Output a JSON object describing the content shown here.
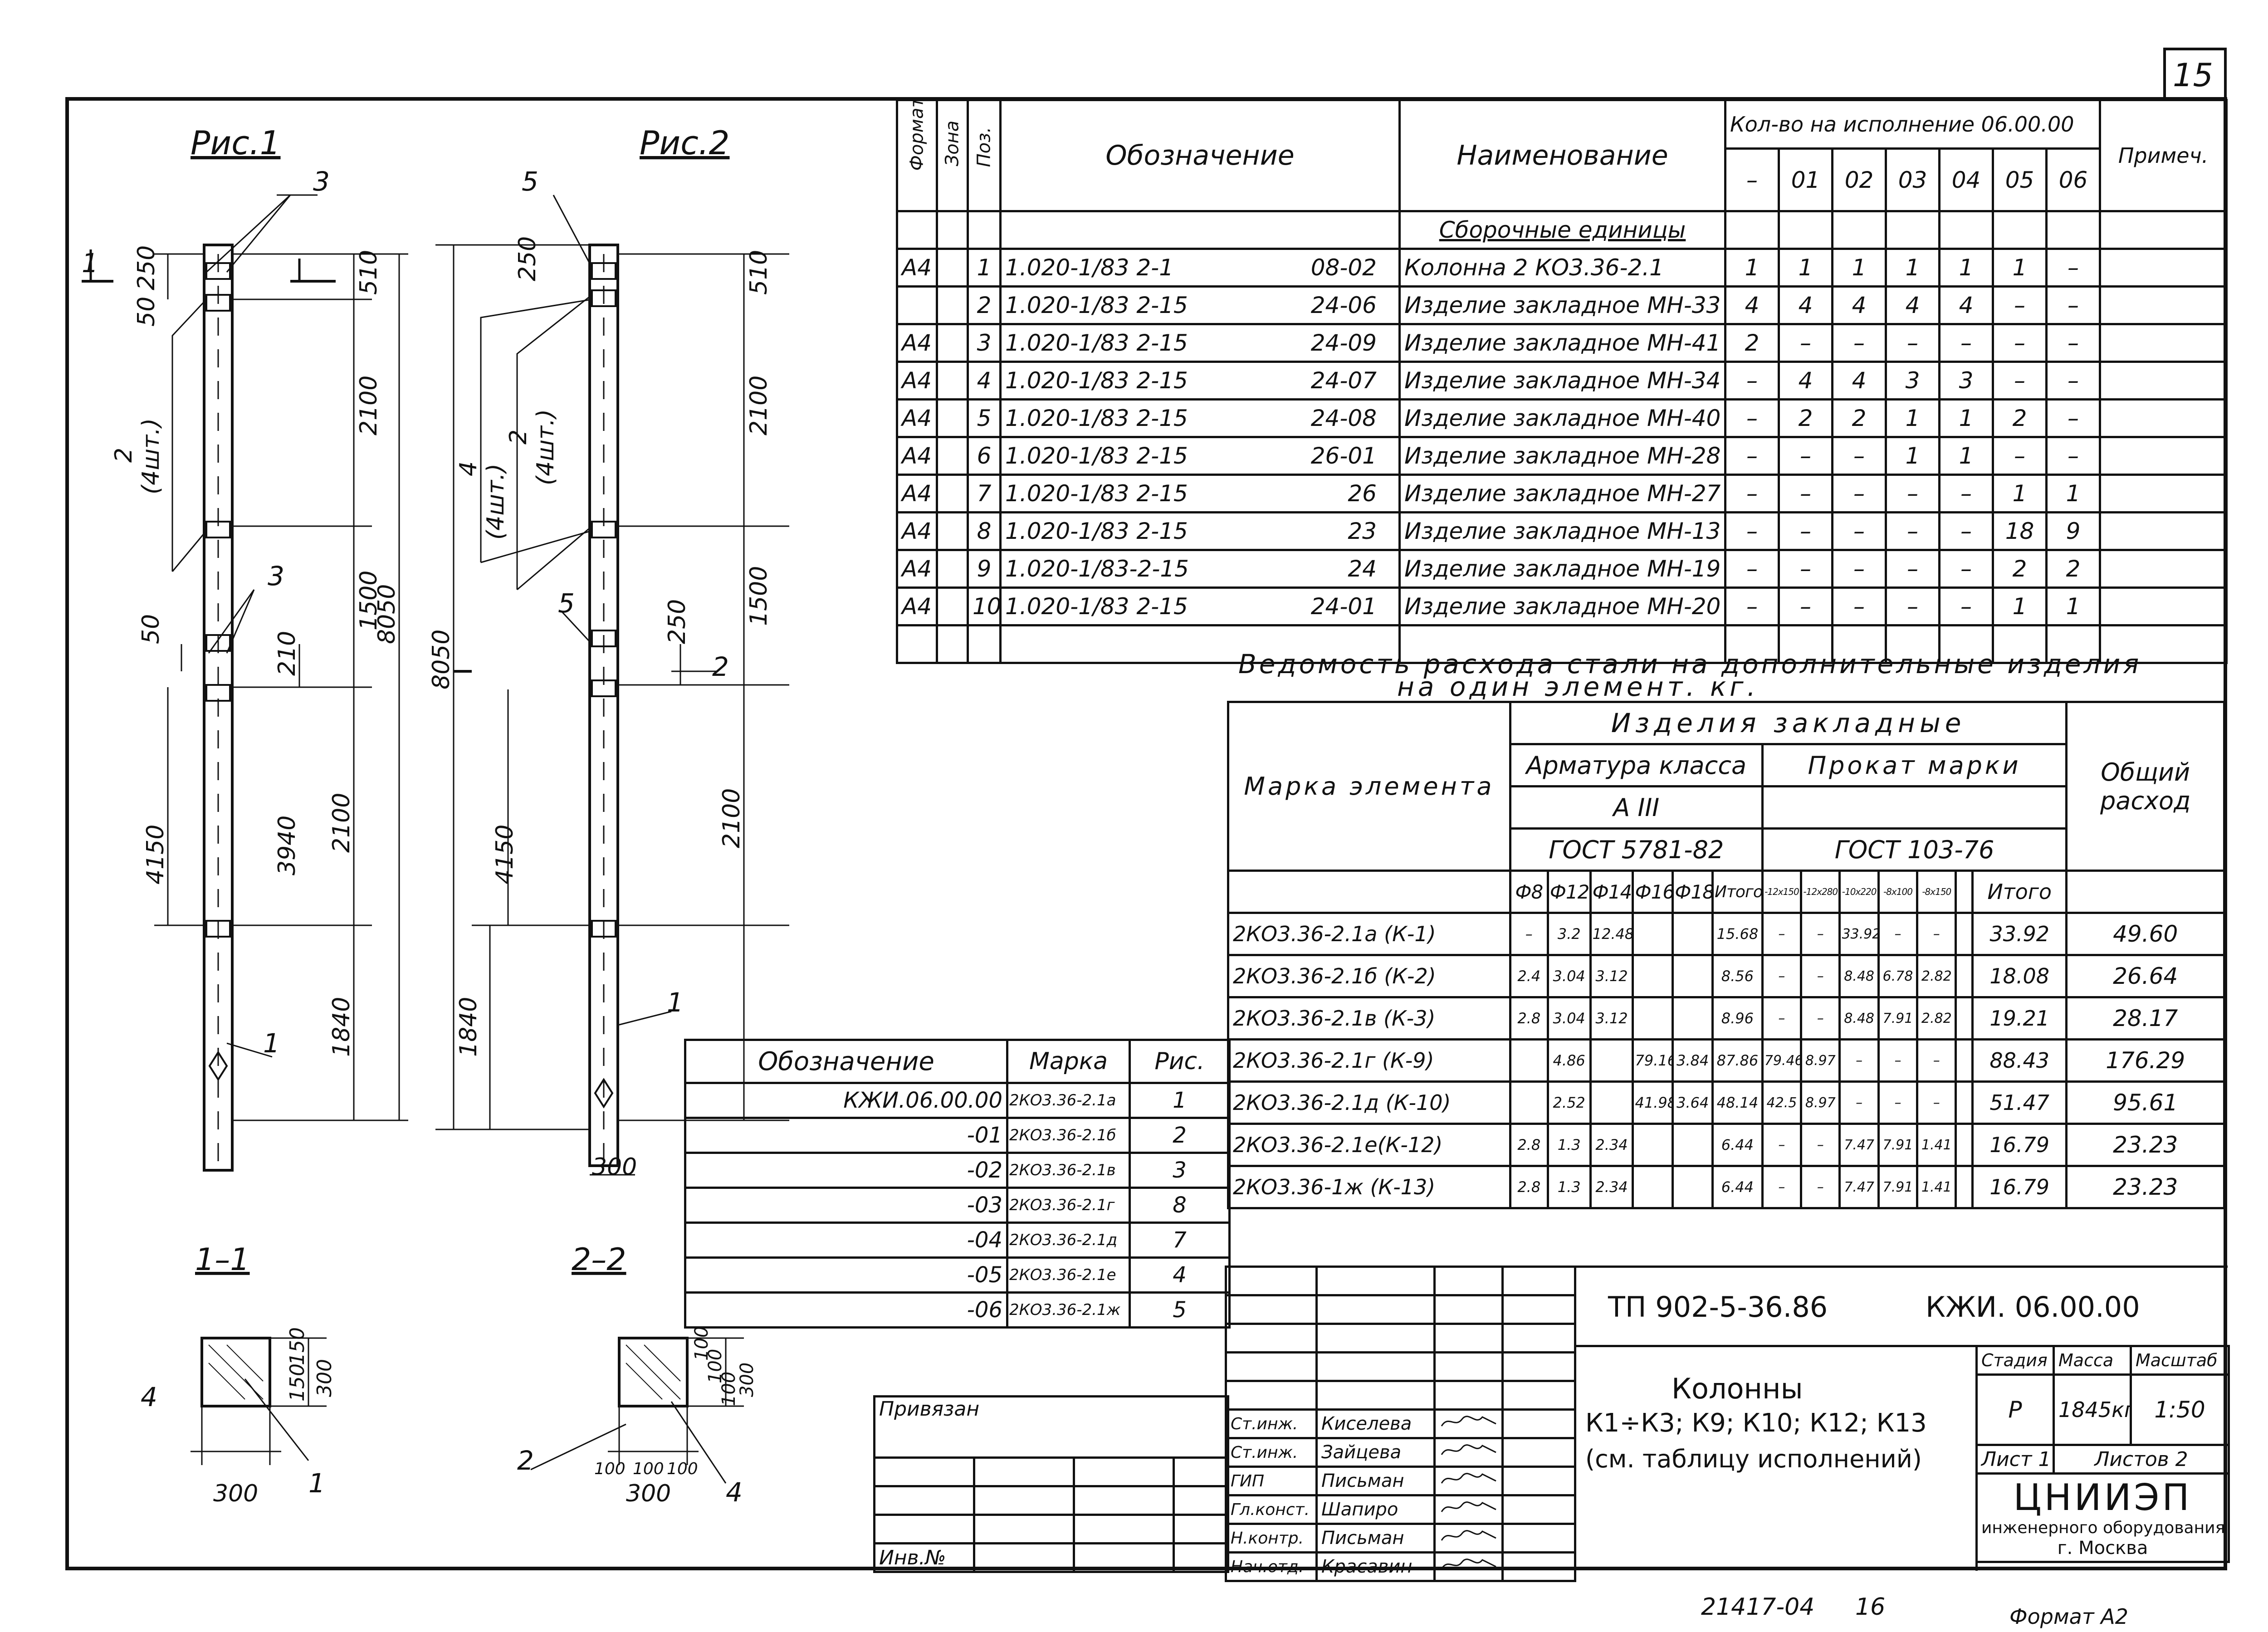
{
  "sheet": {
    "page_number": "15",
    "footer_code": "21417-04",
    "footer_page": "16",
    "format": "Формат А2"
  },
  "figures": {
    "fig1_title": "Рис.1",
    "fig2_title": "Рис.2",
    "section1_label": "1–1",
    "section2_label": "2–2",
    "fig1": {
      "dims_left": [
        "250",
        "50",
        "4150"
      ],
      "dims_right": [
        "510",
        "2100",
        "1500",
        "2100",
        "1840"
      ],
      "total": "8050",
      "d3940": "3940",
      "d210": "210",
      "d50": "50",
      "leader_2": "2",
      "leader_2_note": "(4шт.)",
      "callouts": [
        "3",
        "3",
        "1",
        "1"
      ]
    },
    "fig2": {
      "dims_left": [
        "250",
        "4150"
      ],
      "dims_right": [
        "510",
        "2100",
        "1500",
        "2100",
        "1840"
      ],
      "total": "8050",
      "d250": "250",
      "leader_4": "4",
      "leader_4_note": "(4шт.)",
      "leader_2": "2",
      "leader_2_note": "(4шт.)",
      "callouts": [
        "5",
        "5",
        "1",
        "2"
      ],
      "bottom_width": "300"
    },
    "section1": {
      "width": "300",
      "h1": "150",
      "h2": "150",
      "h_total": "300",
      "callouts": [
        "4",
        "1"
      ]
    },
    "section2": {
      "width": "300",
      "w_parts": [
        "100",
        "100",
        "100"
      ],
      "h_parts": [
        "100",
        "100",
        "100"
      ],
      "h_total": "300",
      "callouts": [
        "2",
        "4"
      ]
    }
  },
  "spec_table": {
    "headers": {
      "format": "Формат",
      "zone": "Зона",
      "pos": "Поз.",
      "designation": "Обозначение",
      "name": "Наименование",
      "qty": "Кол-во на исполнение 06.00.00",
      "note": "Примеч."
    },
    "qty_columns": [
      "–",
      "01",
      "02",
      "03",
      "04",
      "05",
      "06"
    ],
    "section_title": "Сборочные единицы",
    "rows": [
      {
        "format": "А4",
        "pos": "1",
        "code": "1.020-1/83 2-1",
        "sheet": "08-02",
        "name": "Колонна 2 КО3.36-2.1",
        "qty": [
          "1",
          "1",
          "1",
          "1",
          "1",
          "1",
          "–"
        ]
      },
      {
        "format": "",
        "pos": "2",
        "code": "1.020-1/83 2-15",
        "sheet": "24-06",
        "name": "Изделие закладное МН-33",
        "qty": [
          "4",
          "4",
          "4",
          "4",
          "4",
          "–",
          "–"
        ]
      },
      {
        "format": "А4",
        "pos": "3",
        "code": "1.020-1/83 2-15",
        "sheet": "24-09",
        "name": "Изделие закладное МН-41",
        "qty": [
          "2",
          "–",
          "–",
          "–",
          "–",
          "–",
          "–"
        ]
      },
      {
        "format": "А4",
        "pos": "4",
        "code": "1.020-1/83 2-15",
        "sheet": "24-07",
        "name": "Изделие закладное МН-34",
        "qty": [
          "–",
          "4",
          "4",
          "3",
          "3",
          "–",
          "–"
        ]
      },
      {
        "format": "А4",
        "pos": "5",
        "code": "1.020-1/83 2-15",
        "sheet": "24-08",
        "name": "Изделие закладное МН-40",
        "qty": [
          "–",
          "2",
          "2",
          "1",
          "1",
          "2",
          "–"
        ]
      },
      {
        "format": "А4",
        "pos": "6",
        "code": "1.020-1/83 2-15",
        "sheet": "26-01",
        "name": "Изделие закладное МН-28",
        "qty": [
          "–",
          "–",
          "–",
          "1",
          "1",
          "–",
          "–"
        ]
      },
      {
        "format": "А4",
        "pos": "7",
        "code": "1.020-1/83 2-15",
        "sheet": "26",
        "name": "Изделие закладное МН-27",
        "qty": [
          "–",
          "–",
          "–",
          "–",
          "–",
          "1",
          "1"
        ]
      },
      {
        "format": "А4",
        "pos": "8",
        "code": "1.020-1/83 2-15",
        "sheet": "23",
        "name": "Изделие закладное МН-13",
        "qty": [
          "–",
          "–",
          "–",
          "–",
          "–",
          "18",
          "9"
        ]
      },
      {
        "format": "А4",
        "pos": "9",
        "code": "1.020-1/83-2-15",
        "sheet": "24",
        "name": "Изделие закладное МН-19",
        "qty": [
          "–",
          "–",
          "–",
          "–",
          "–",
          "2",
          "2"
        ]
      },
      {
        "format": "А4",
        "pos": "10",
        "code": "1.020-1/83 2-15",
        "sheet": "24-01",
        "name": "Изделие закладное МН-20",
        "qty": [
          "–",
          "–",
          "–",
          "–",
          "–",
          "1",
          "1"
        ]
      }
    ]
  },
  "steel_table": {
    "title_line1": "Ведомость расхода стали на дополнительные изделия",
    "title_line2": "на один элемент. кг.",
    "h_mark": "Марка элемента",
    "h_items": "Изделия закладные",
    "h_rebar": "Арматура класса",
    "h_rebar_class": "А III",
    "h_rebar_gost": "ГОСТ 5781-82",
    "h_rolled": "Прокат марки",
    "h_rolled_gost": "ГОСТ 103-76",
    "h_total": "Общий расход",
    "sub_rebar": [
      "Ф8",
      "Ф12",
      "Ф14",
      "Ф16",
      "Ф18",
      "Итого"
    ],
    "sub_rolled": [
      "-12x150",
      "-12x280",
      "-10x220",
      "-8x100",
      "-8x150",
      "",
      "Итого"
    ],
    "rows": [
      {
        "mark": "2КО3.36-2.1а (К-1)",
        "rebar": [
          "–",
          "3.2",
          "12.48",
          "",
          "",
          "15.68"
        ],
        "rolled": [
          "–",
          "–",
          "33.92",
          "–",
          "–",
          "",
          "33.92"
        ],
        "total": "49.60"
      },
      {
        "mark": "2КО3.36-2.1б (К-2)",
        "rebar": [
          "2.4",
          "3.04",
          "3.12",
          "",
          "",
          "8.56"
        ],
        "rolled": [
          "–",
          "–",
          "8.48",
          "6.78",
          "2.82",
          "",
          "18.08"
        ],
        "total": "26.64"
      },
      {
        "mark": "2КО3.36-2.1в (К-3)",
        "rebar": [
          "2.8",
          "3.04",
          "3.12",
          "",
          "",
          "8.96"
        ],
        "rolled": [
          "–",
          "–",
          "8.48",
          "7.91",
          "2.82",
          "",
          "19.21"
        ],
        "total": "28.17"
      },
      {
        "mark": "2КО3.36-2.1г (К-9)",
        "rebar": [
          "",
          "4.86",
          "",
          "79.16",
          "3.84",
          "87.86"
        ],
        "rolled": [
          "79.46",
          "8.97",
          "–",
          "–",
          "–",
          "",
          "88.43"
        ],
        "total": "176.29"
      },
      {
        "mark": "2КО3.36-2.1д (К-10)",
        "rebar": [
          "",
          "2.52",
          "",
          "41.98",
          "3.64",
          "48.14"
        ],
        "rolled": [
          "42.5",
          "8.97",
          "–",
          "–",
          "–",
          "",
          "51.47"
        ],
        "total": "95.61"
      },
      {
        "mark": "2КО3.36-2.1е(К-12)",
        "rebar": [
          "2.8",
          "1.3",
          "2.34",
          "",
          "",
          "6.44"
        ],
        "rolled": [
          "–",
          "–",
          "7.47",
          "7.91",
          "1.41",
          "",
          "16.79"
        ],
        "total": "23.23"
      },
      {
        "mark": "2КО3.36-1ж (К-13)",
        "rebar": [
          "2.8",
          "1.3",
          "2.34",
          "",
          "",
          "6.44"
        ],
        "rolled": [
          "–",
          "–",
          "7.47",
          "7.91",
          "1.41",
          "",
          "16.79"
        ],
        "total": "23.23"
      }
    ]
  },
  "exec_table": {
    "headers": [
      "Обозначение",
      "Марка",
      "Рис."
    ],
    "rows": [
      {
        "code": "КЖИ.06.00.00",
        "mark": "2КО3.36-2.1а",
        "fig": "1"
      },
      {
        "code": "-01",
        "mark": "2КО3.36-2.1б",
        "fig": "2"
      },
      {
        "code": "-02",
        "mark": "2КО3.36-2.1в",
        "fig": "3"
      },
      {
        "code": "-03",
        "mark": "2КО3.36-2.1г",
        "fig": "8"
      },
      {
        "code": "-04",
        "mark": "2КО3.36-2.1д",
        "fig": "7"
      },
      {
        "code": "-05",
        "mark": "2КО3.36-2.1е",
        "fig": "4"
      },
      {
        "code": "-06",
        "mark": "2КО3.36-2.1ж",
        "fig": "5"
      }
    ]
  },
  "title_block": {
    "project": "ТП 902-5-36.86",
    "doc_code": "КЖИ. 06.00.00",
    "name_line1": "Колонны",
    "name_line2": "К1÷К3; К9; К10; К12; К13",
    "name_line3": "(см. таблицу исполнений)",
    "stage_h": "Стадия",
    "mass_h": "Масса",
    "scale_h": "Масштаб",
    "stage": "Р",
    "mass": "1845кг",
    "scale": "1:50",
    "sheet_label": "Лист 1",
    "sheets_label": "Листов 2",
    "org_name": "ЦНИИЭП",
    "org_line2": "инженерного оборудования",
    "org_city": "г. Москва",
    "bound": "Привязан",
    "inv": "Инв.№",
    "staff": [
      {
        "role": "Ст.инж.",
        "name": "Киселева"
      },
      {
        "role": "Ст.инж.",
        "name": "Зайцева"
      },
      {
        "role": "ГИП",
        "name": "Письман"
      },
      {
        "role": "Гл.конст.",
        "name": "Шапиро"
      },
      {
        "role": "Н.контр.",
        "name": "Письман"
      },
      {
        "role": "Нач.отд.",
        "name": "Красавин"
      }
    ]
  }
}
